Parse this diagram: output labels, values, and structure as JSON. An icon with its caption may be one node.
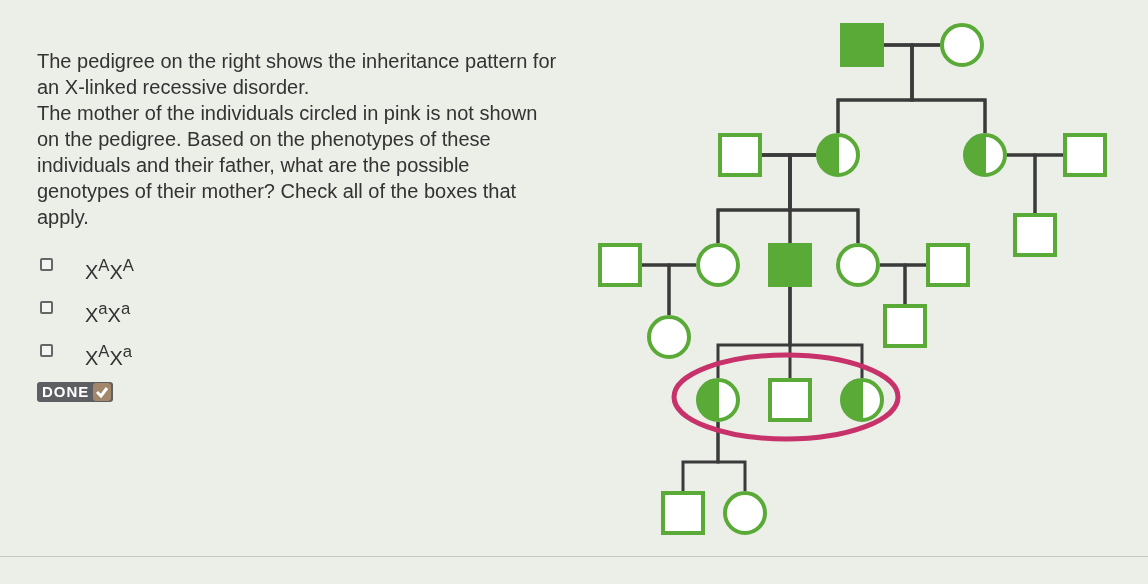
{
  "diagram": {
    "nodes": [
      {
        "text": [],
        "shape": "box"
      },
      {
        "text": [],
        "shape": "circle"
      },
      {
        "text": [],
        "shape": "box"
      },
      {
        "text": [],
        "shape": "circle"
      },
      {
        "text": [],
        "shape": "circle"
      },
      {
        "text": [],
        "shape": "box"
      },
      {
        "text": [],
        "shape": "box"
      },
      {
        "text": [],
        "shape": "box"
      },
      {
        "text": [],
        "shape": "circle"
      },
      {
        "text": [],
        "shape": "box"
      },
      {
        "text": [],
        "shape": "circle"
      },
      {
        "text": [],
        "shape": "box"
      },
      {
        "text": [],
        "shape": "circle"
      },
      {
        "text": [],
        "shape": "box"
      },
      {
        "text": [],
        "shape": "ellipse"
      },
      {
        "text": [],
        "shape": "circle",
        "in": 14
      },
      {
        "text": [],
        "shape": "box",
        "in": 14
      },
      {
        "text": [],
        "shape": "circle",
        "in": 14
      },
      {
        "text": [],
        "shape": "box"
      },
      {
        "text": [],
        "shape": "circle"
      }
    ],
    "edges": [
      {
        "from": 0,
        "to": 1,
        "arrow": "none"
      },
      {
        "from": 0,
        "to": 3,
        "arrow": "none"
      },
      {
        "from": 1,
        "to": 3,
        "arrow": "none"
      },
      {
        "from": 0,
        "to": 4,
        "arrow": "none"
      },
      {
        "from": 1,
        "to": 4,
        "arrow": "none"
      },
      {
        "from": 2,
        "to": 3,
        "arrow": "none"
      },
      {
        "from": 2,
        "to": 8,
        "arrow": "none"
      },
      {
        "from": 3,
        "to": 8,
        "arrow": "none"
      },
      {
        "from": 2,
        "to": 9,
        "arrow": "none"
      },
      {
        "from": 3,
        "to": 9,
        "arrow": "none"
      },
      {
        "from": 2,
        "to": 10,
        "arrow": "none"
      },
      {
        "from": 3,
        "to": 10,
        "arrow": "none"
      },
      {
        "from": 4,
        "to": 5,
        "arrow": "none"
      },
      {
        "from": 4,
        "to": 6,
        "arrow": "none"
      },
      {
        "from": 5,
        "to": 6,
        "arrow": "none"
      },
      {
        "from": 7,
        "to": 8,
        "arrow": "none"
      },
      {
        "from": 7,
        "to": 12,
        "arrow": "none"
      },
      {
        "from": 8,
        "to": 12,
        "arrow": "none"
      },
      {
        "from": 10,
        "to": 11,
        "arrow": "none"
      },
      {
        "from": 10,
        "to": 13,
        "arrow": "none"
      },
      {
        "from": 11,
        "to": 13,
        "arrow": "none"
      },
      {
        "from": 9,
        "to": 15,
        "arrow": "none"
      },
      {
        "from": 9,
        "to": 16,
        "arrow": "none"
      },
      {
        "from": 9,
        "to": 17,
        "arrow": "none"
      },
      {
        "from": 15,
        "to": 18,
        "arrow": "none"
      },
      {
        "from": 15,
        "to": 19,
        "arrow": "none"
      }
    ],
    "labels": [
      "The pedigree on the right shows the inheritance pattern for an X-linked recessive disorder.",
      "The mother of the individuals circled in pink is not shown on the pedigree. Based on the phenotypes of these individuals and their father, what are the possible genotypes of their mother? Check all of the boxes that apply.",
      "X$^{A}$X$^{A}$",
      "X$^{a}$X$^{a}$",
      "X$^{A}$X$^{a}$",
      "DONE"
    ]
  }
}
